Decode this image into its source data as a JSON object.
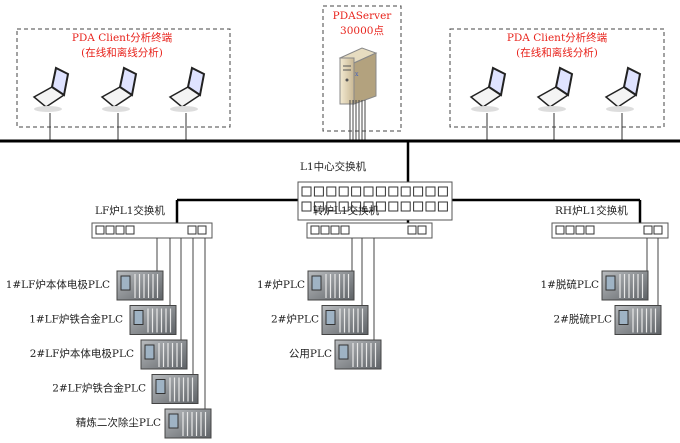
{
  "clients_left": {
    "title": "PDA Client分析终端",
    "subtitle": "(在线和离线分析)"
  },
  "clients_right": {
    "title": "PDA Client分析终端",
    "subtitle": "(在线和离线分析)"
  },
  "server": {
    "title": "PDAServer",
    "points": "30000点"
  },
  "core_switch": {
    "label": "L1中心交换机"
  },
  "switches": [
    {
      "label": "LF炉L1交换机",
      "plcs": [
        "1#LF炉本体电极PLC",
        "1#LF炉铁合金PLC",
        "2#LF炉本体电极PLC",
        "2#LF炉铁合金PLC",
        "精炼二次除尘PLC"
      ]
    },
    {
      "label": "转炉L1交换机",
      "plcs": [
        "1#炉PLC",
        "2#炉PLC",
        "公用PLC"
      ]
    },
    {
      "label": "RH炉L1交换机",
      "plcs": [
        "1#脱硫PLC",
        "2#脱硫PLC"
      ]
    }
  ],
  "colors": {
    "label_red": "#e8231c",
    "line": "#000000"
  }
}
